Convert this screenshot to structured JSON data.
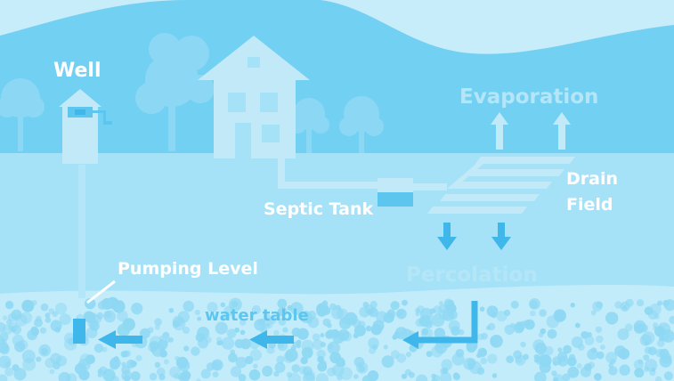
{
  "labels": {
    "well": "Well",
    "evaporation": "Evaporation",
    "drain_field_line1": "Drain",
    "drain_field_line2": "Field",
    "septic_tank": "Septic Tank",
    "pumping_level": "Pumping Level",
    "percolation": "Percolation",
    "water_table": "water table"
  },
  "colors": {
    "sky": "#c7ecfa",
    "hills": "#72d0f3",
    "ground": "#a6e2f7",
    "gravel_bed": "#c3ecfb",
    "pebble": "#8fd8f3",
    "structure": "#c2e9f8",
    "label_white": "#ffffff",
    "label_faded": "#b4e6f8",
    "label_blue": "#5dc6ee",
    "arrow_blue": "#3fb7ea"
  }
}
